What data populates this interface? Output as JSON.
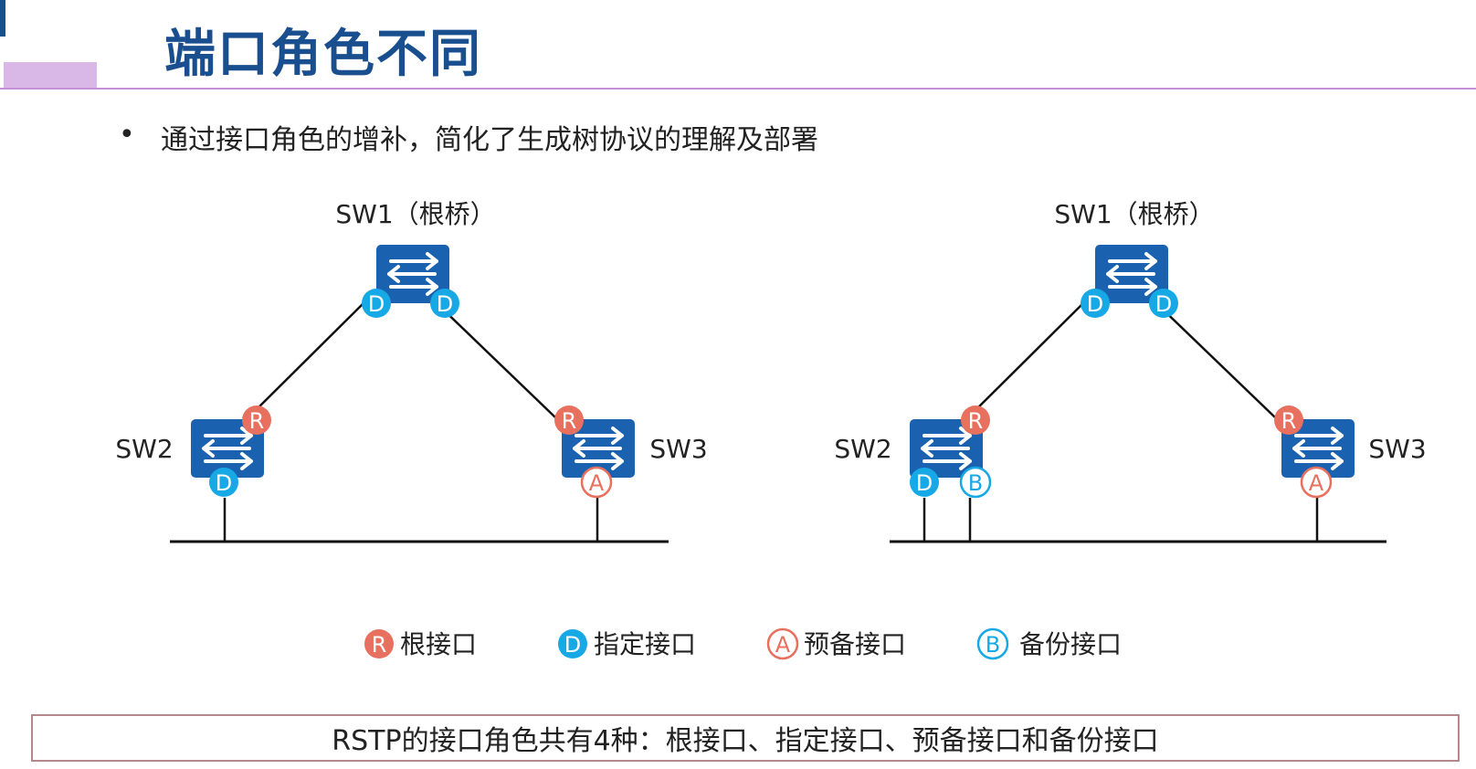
{
  "title": "端口角色不同",
  "bullet": "通过接口角色的增补，简化了生成树协议的理解及部署",
  "colors": {
    "root": "#e8705f",
    "designated": "#17a8e6",
    "alternate": "#e8705f",
    "backup": "#17a8e6",
    "switch": "#1a62b0",
    "title": "#1a4f8f"
  },
  "port_letters": {
    "root": "R",
    "designated": "D",
    "alternate": "A",
    "backup": "B"
  },
  "diagrams": [
    {
      "root_label": "SW1（根桥）",
      "sw2_label": "SW2",
      "sw3_label": "SW3"
    },
    {
      "root_label": "SW1（根桥）",
      "sw2_label": "SW2",
      "sw3_label": "SW3"
    }
  ],
  "legend": [
    {
      "role": "root",
      "letter": "R",
      "label": "根接口"
    },
    {
      "role": "designated",
      "letter": "D",
      "label": "指定接口"
    },
    {
      "role": "alternate",
      "letter": "A",
      "label": "预备接口"
    },
    {
      "role": "backup",
      "letter": "B",
      "label": "备份接口"
    }
  ],
  "summary": "RSTP的接口角色共有4种：根接口、指定接口、预备接口和备份接口"
}
